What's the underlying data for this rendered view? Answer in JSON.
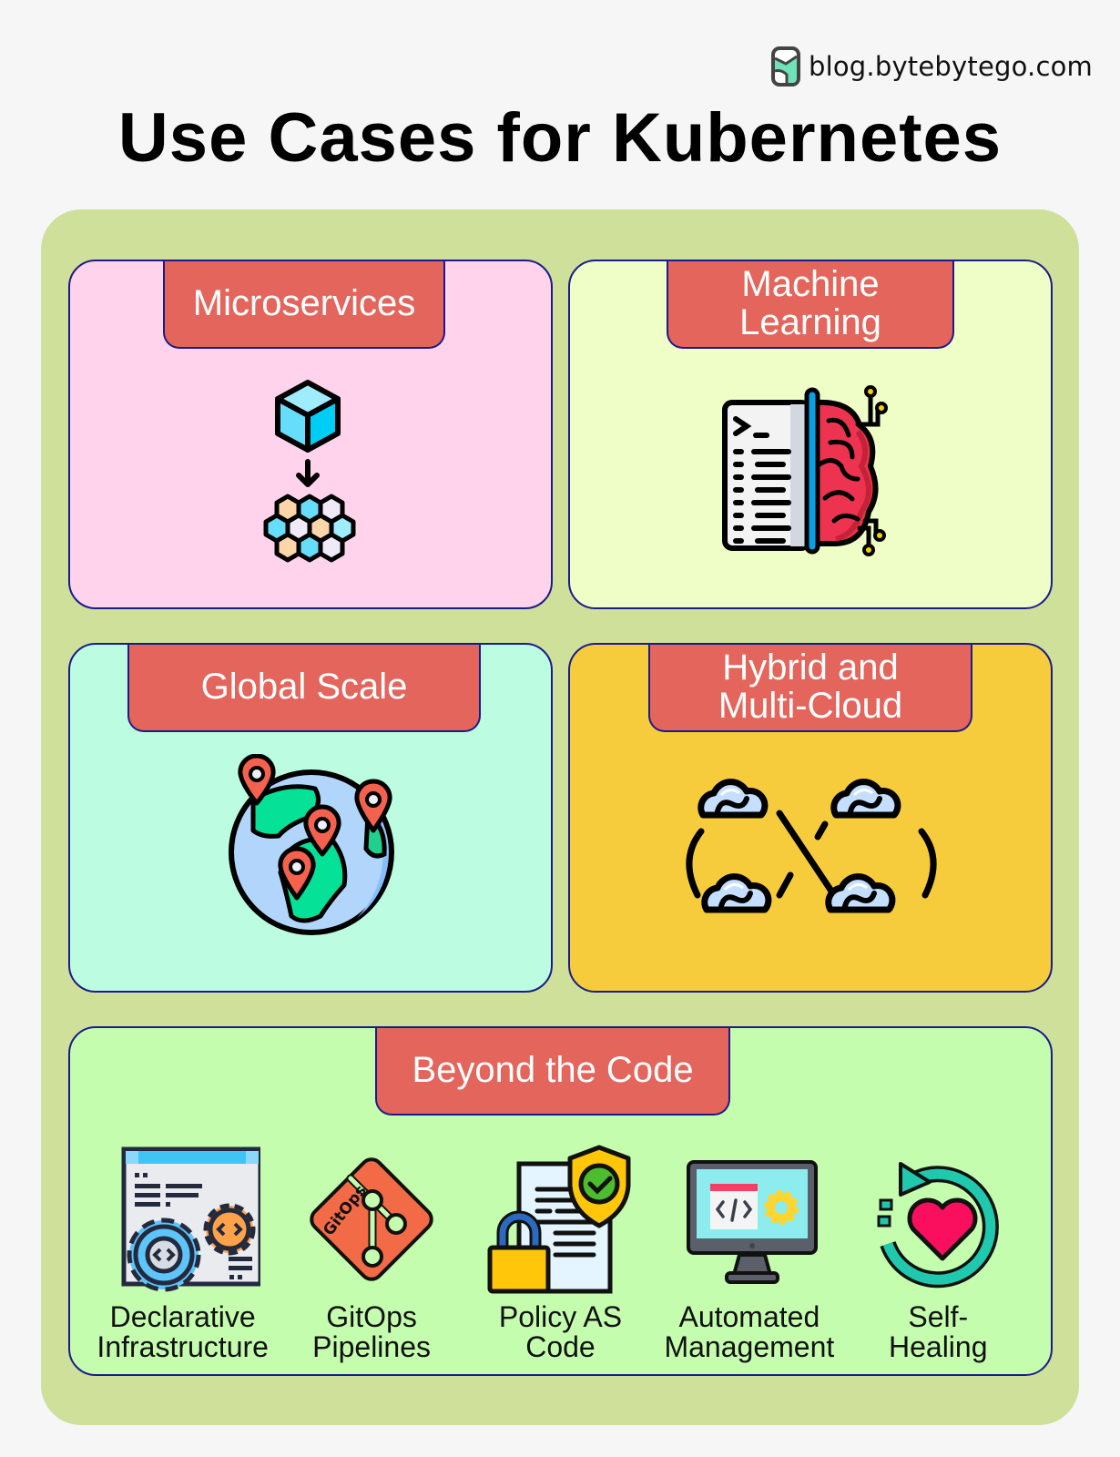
{
  "brand": {
    "text": "blog.bytebytego.com",
    "icon": "bytebytego-logo-icon"
  },
  "title": "Use Cases for Kubernetes",
  "colors": {
    "page_bg": "#f6f6f6",
    "board_bg": "#cfe09a",
    "tab_bg": "#e3655b",
    "card_border": "#1b1b8a",
    "microservices_bg": "#ffd3ec",
    "machine_learning_bg": "#effec6",
    "global_scale_bg": "#bcfde2",
    "hybrid_bg": "#f7cc3c",
    "beyond_bg": "#c5fdaf"
  },
  "cards": {
    "microservices": {
      "label": "Microservices",
      "icon": "cube-to-hexagons-icon"
    },
    "machine_learning": {
      "label_line1": "Machine",
      "label_line2": "Learning",
      "icon": "code-brain-icon"
    },
    "global_scale": {
      "label": "Global Scale",
      "icon": "globe-pins-icon"
    },
    "hybrid": {
      "label_line1": "Hybrid and",
      "label_line2": "Multi-Cloud",
      "icon": "cloud-infinity-icon"
    },
    "beyond": {
      "label": "Beyond the Code",
      "items": [
        {
          "line1": "Declarative",
          "line2": "Infrastructure",
          "icon": "gears-window-icon"
        },
        {
          "line1": "GitOps",
          "line2": "Pipelines",
          "icon": "gitops-icon",
          "badge": "GitOps"
        },
        {
          "line1": "Policy AS",
          "line2": "Code",
          "icon": "document-shield-lock-icon"
        },
        {
          "line1": "Automated",
          "line2": "Management",
          "icon": "monitor-code-gear-icon"
        },
        {
          "line1": "Self-",
          "line2": "Healing",
          "icon": "heart-refresh-icon"
        }
      ]
    }
  }
}
